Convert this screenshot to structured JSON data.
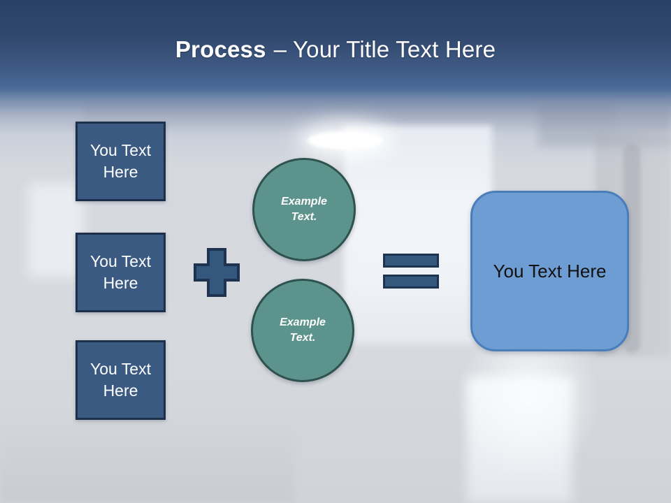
{
  "slide": {
    "title": {
      "emphasis": "Process",
      "rest": "– Your Title Text Here"
    },
    "input_boxes": [
      {
        "label": "You Text Here"
      },
      {
        "label": "You Text Here"
      },
      {
        "label": "You Text Here"
      }
    ],
    "example_circles": [
      {
        "label": "Example Text."
      },
      {
        "label": "Example Text."
      }
    ],
    "result_box": {
      "label": "You Text Here"
    },
    "icons": {
      "plus": "plus-icon",
      "equals": "equals-icon"
    },
    "colors": {
      "header_gradient_top": "#2a4065",
      "header_gradient_bottom": "#4a6a97",
      "title_text": "#ffffff",
      "square_fill": "#3a5a82",
      "square_border": "#1d304b",
      "square_text": "#ffffff",
      "operator_fill": "#34577e",
      "operator_border": "#1e3350",
      "circle_fill": "#5d938d",
      "circle_border": "#2e524d",
      "circle_text": "#ffffff",
      "result_fill": "#6d9dd3",
      "result_border": "#4a7ebb",
      "result_text": "#111111"
    }
  }
}
